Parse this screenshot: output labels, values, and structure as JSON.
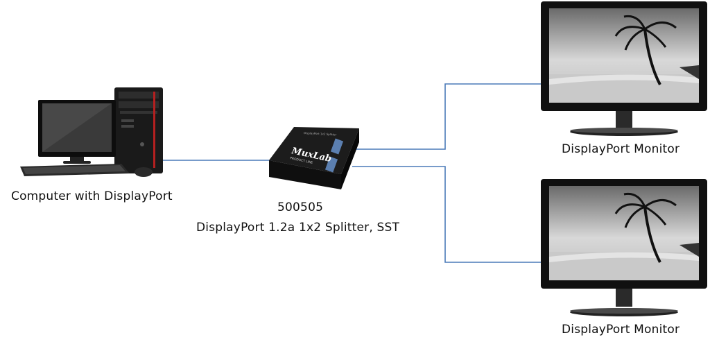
{
  "diagram": {
    "computer": {
      "label": "Computer with DisplayPort"
    },
    "splitter": {
      "model": "500505",
      "description": "DisplayPort 1.2a 1x2 Splitter, SST",
      "brand_logo": "MuxLab",
      "brand_tagline": "PRODUCT LINE",
      "device_caption": "DisplayPort 1x2 Splitter"
    },
    "monitors": [
      {
        "label": "DisplayPort Monitor"
      },
      {
        "label": "DisplayPort Monitor"
      }
    ],
    "colors": {
      "cable": "#4a7ab8",
      "device_body": "#1a1a1a",
      "monitor_bezel": "#111111"
    }
  }
}
